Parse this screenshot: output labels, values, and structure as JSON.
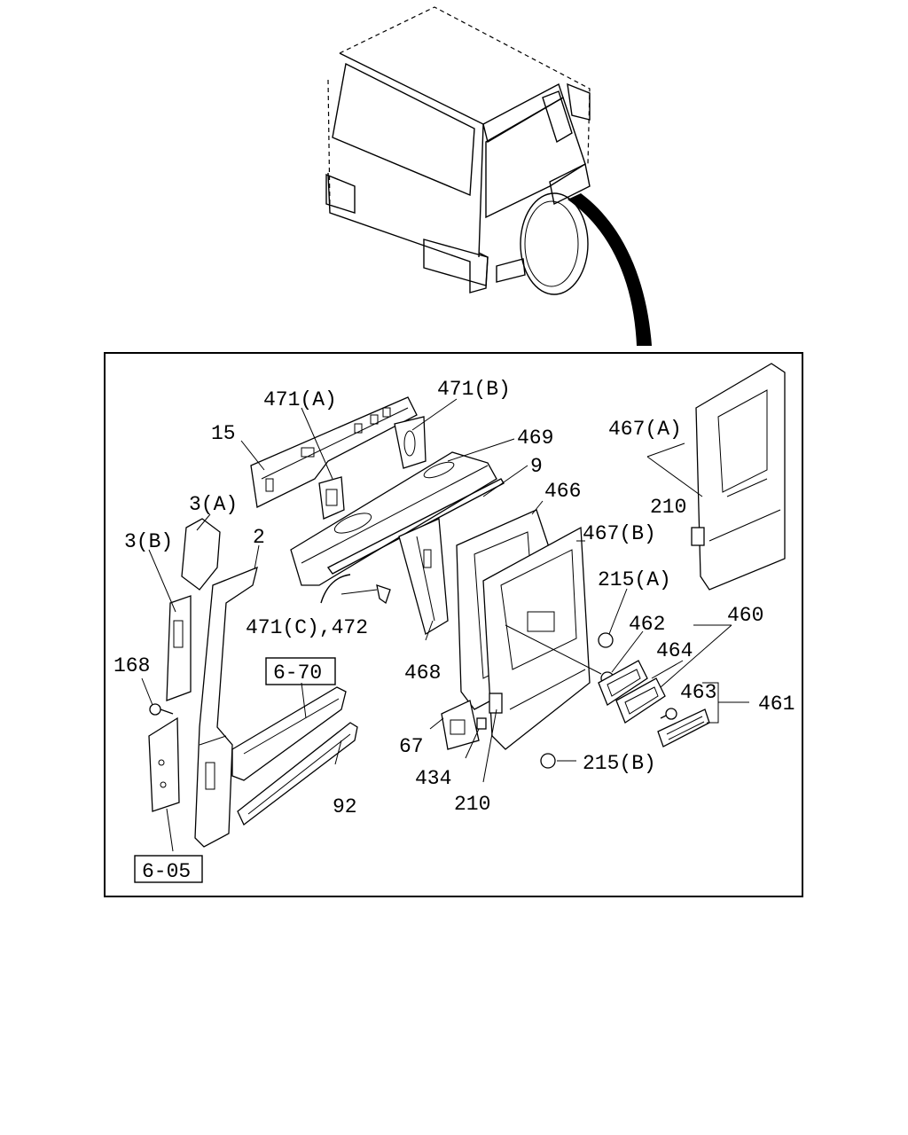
{
  "labels": {
    "l15": "15",
    "l471a": "471(A)",
    "l471b": "471(B)",
    "l469": "469",
    "l9": "9",
    "l466": "466",
    "l467a": "467(A)",
    "l467b": "467(B)",
    "l210_top": "210",
    "l3a": "3(A)",
    "l3b": "3(B)",
    "l2": "2",
    "l471c": "471(C),472",
    "l215a": "215(A)",
    "l462": "462",
    "l460": "460",
    "l464": "464",
    "l463": "463",
    "l461": "461",
    "l168": "168",
    "l670": "6-70",
    "l468": "468",
    "l67": "67",
    "l434": "434",
    "l210_bottom": "210",
    "l92": "92",
    "l215b": "215(B)",
    "l605": "6-05"
  }
}
